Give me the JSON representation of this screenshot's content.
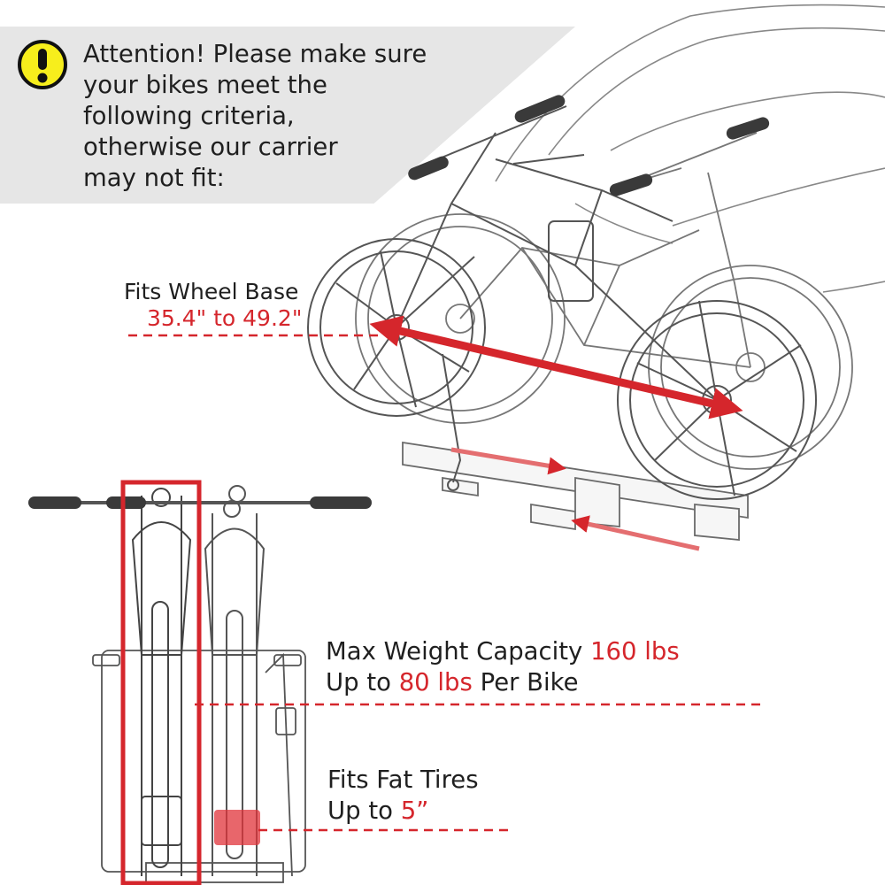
{
  "notice": {
    "icon": "exclamation-icon",
    "icon_color": "#f7ee1c",
    "lines": [
      "Attention! Please make sure",
      "your bikes meet the",
      "following criteria,",
      "otherwise our carrier",
      "may not fit:"
    ]
  },
  "wheelbase": {
    "title": "Fits Wheel Base",
    "range": "35.4\" to 49.2\""
  },
  "weight": {
    "line1_prefix": "Max Weight Capacity ",
    "line1_value": "160 lbs",
    "line2_prefix": "Up to ",
    "line2_value": "80 lbs",
    "line2_suffix": " Per Bike"
  },
  "tires": {
    "line1": "Fits Fat Tires",
    "line2_prefix": "Up to ",
    "line2_value": "5”"
  },
  "colors": {
    "accent": "#d5262c",
    "banner": "#e6e6e6",
    "text": "#1f1f1f"
  }
}
